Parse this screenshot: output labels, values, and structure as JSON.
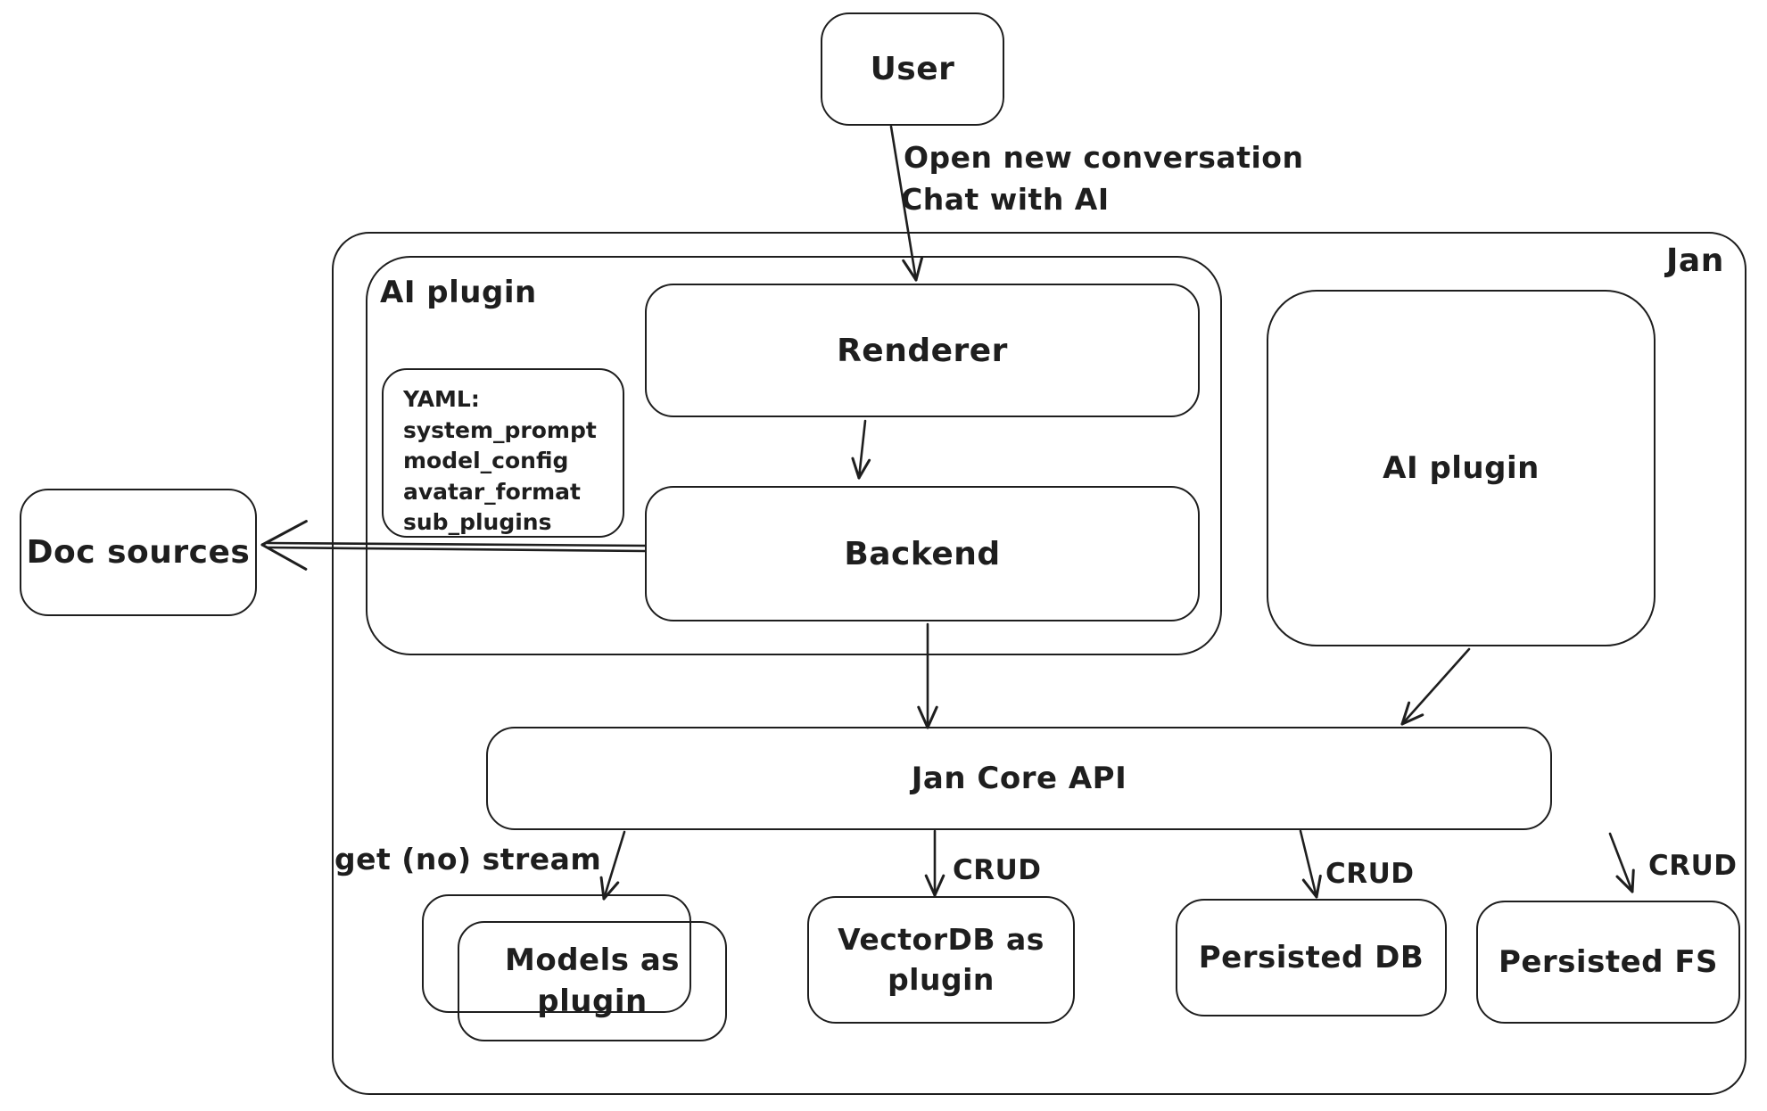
{
  "title": "Jan architecture diagram",
  "colors": {
    "stroke": "#1e1e1e",
    "background": "#ffffff"
  },
  "nodes": {
    "user": {
      "label": "User"
    },
    "jan_container": {
      "label": "Jan"
    },
    "ai_plugin_container": {
      "label": "AI plugin"
    },
    "yaml_note": {
      "lines": [
        "YAML:",
        "system_prompt",
        "model_config",
        "avatar_format",
        "sub_plugins"
      ]
    },
    "renderer": {
      "label": "Renderer"
    },
    "backend": {
      "label": "Backend"
    },
    "ai_plugin_right": {
      "label": "AI plugin"
    },
    "doc_sources": {
      "label": "Doc sources"
    },
    "jan_core_api": {
      "label": "Jan Core API"
    },
    "models_as_plugin": {
      "label": "Models as\nplugin"
    },
    "vectordb_as_plugin": {
      "label": "VectorDB as\nplugin"
    },
    "persisted_db": {
      "label": "Persisted DB"
    },
    "persisted_fs": {
      "label": "Persisted FS"
    }
  },
  "edge_labels": {
    "user_to_renderer_line1": "Open new conversation",
    "user_to_renderer_line2": "Chat with AI",
    "core_to_models": "get (no) stream",
    "core_to_vectordb": "CRUD",
    "core_to_persisted_db": "CRUD",
    "core_to_persisted_fs": "CRUD"
  }
}
